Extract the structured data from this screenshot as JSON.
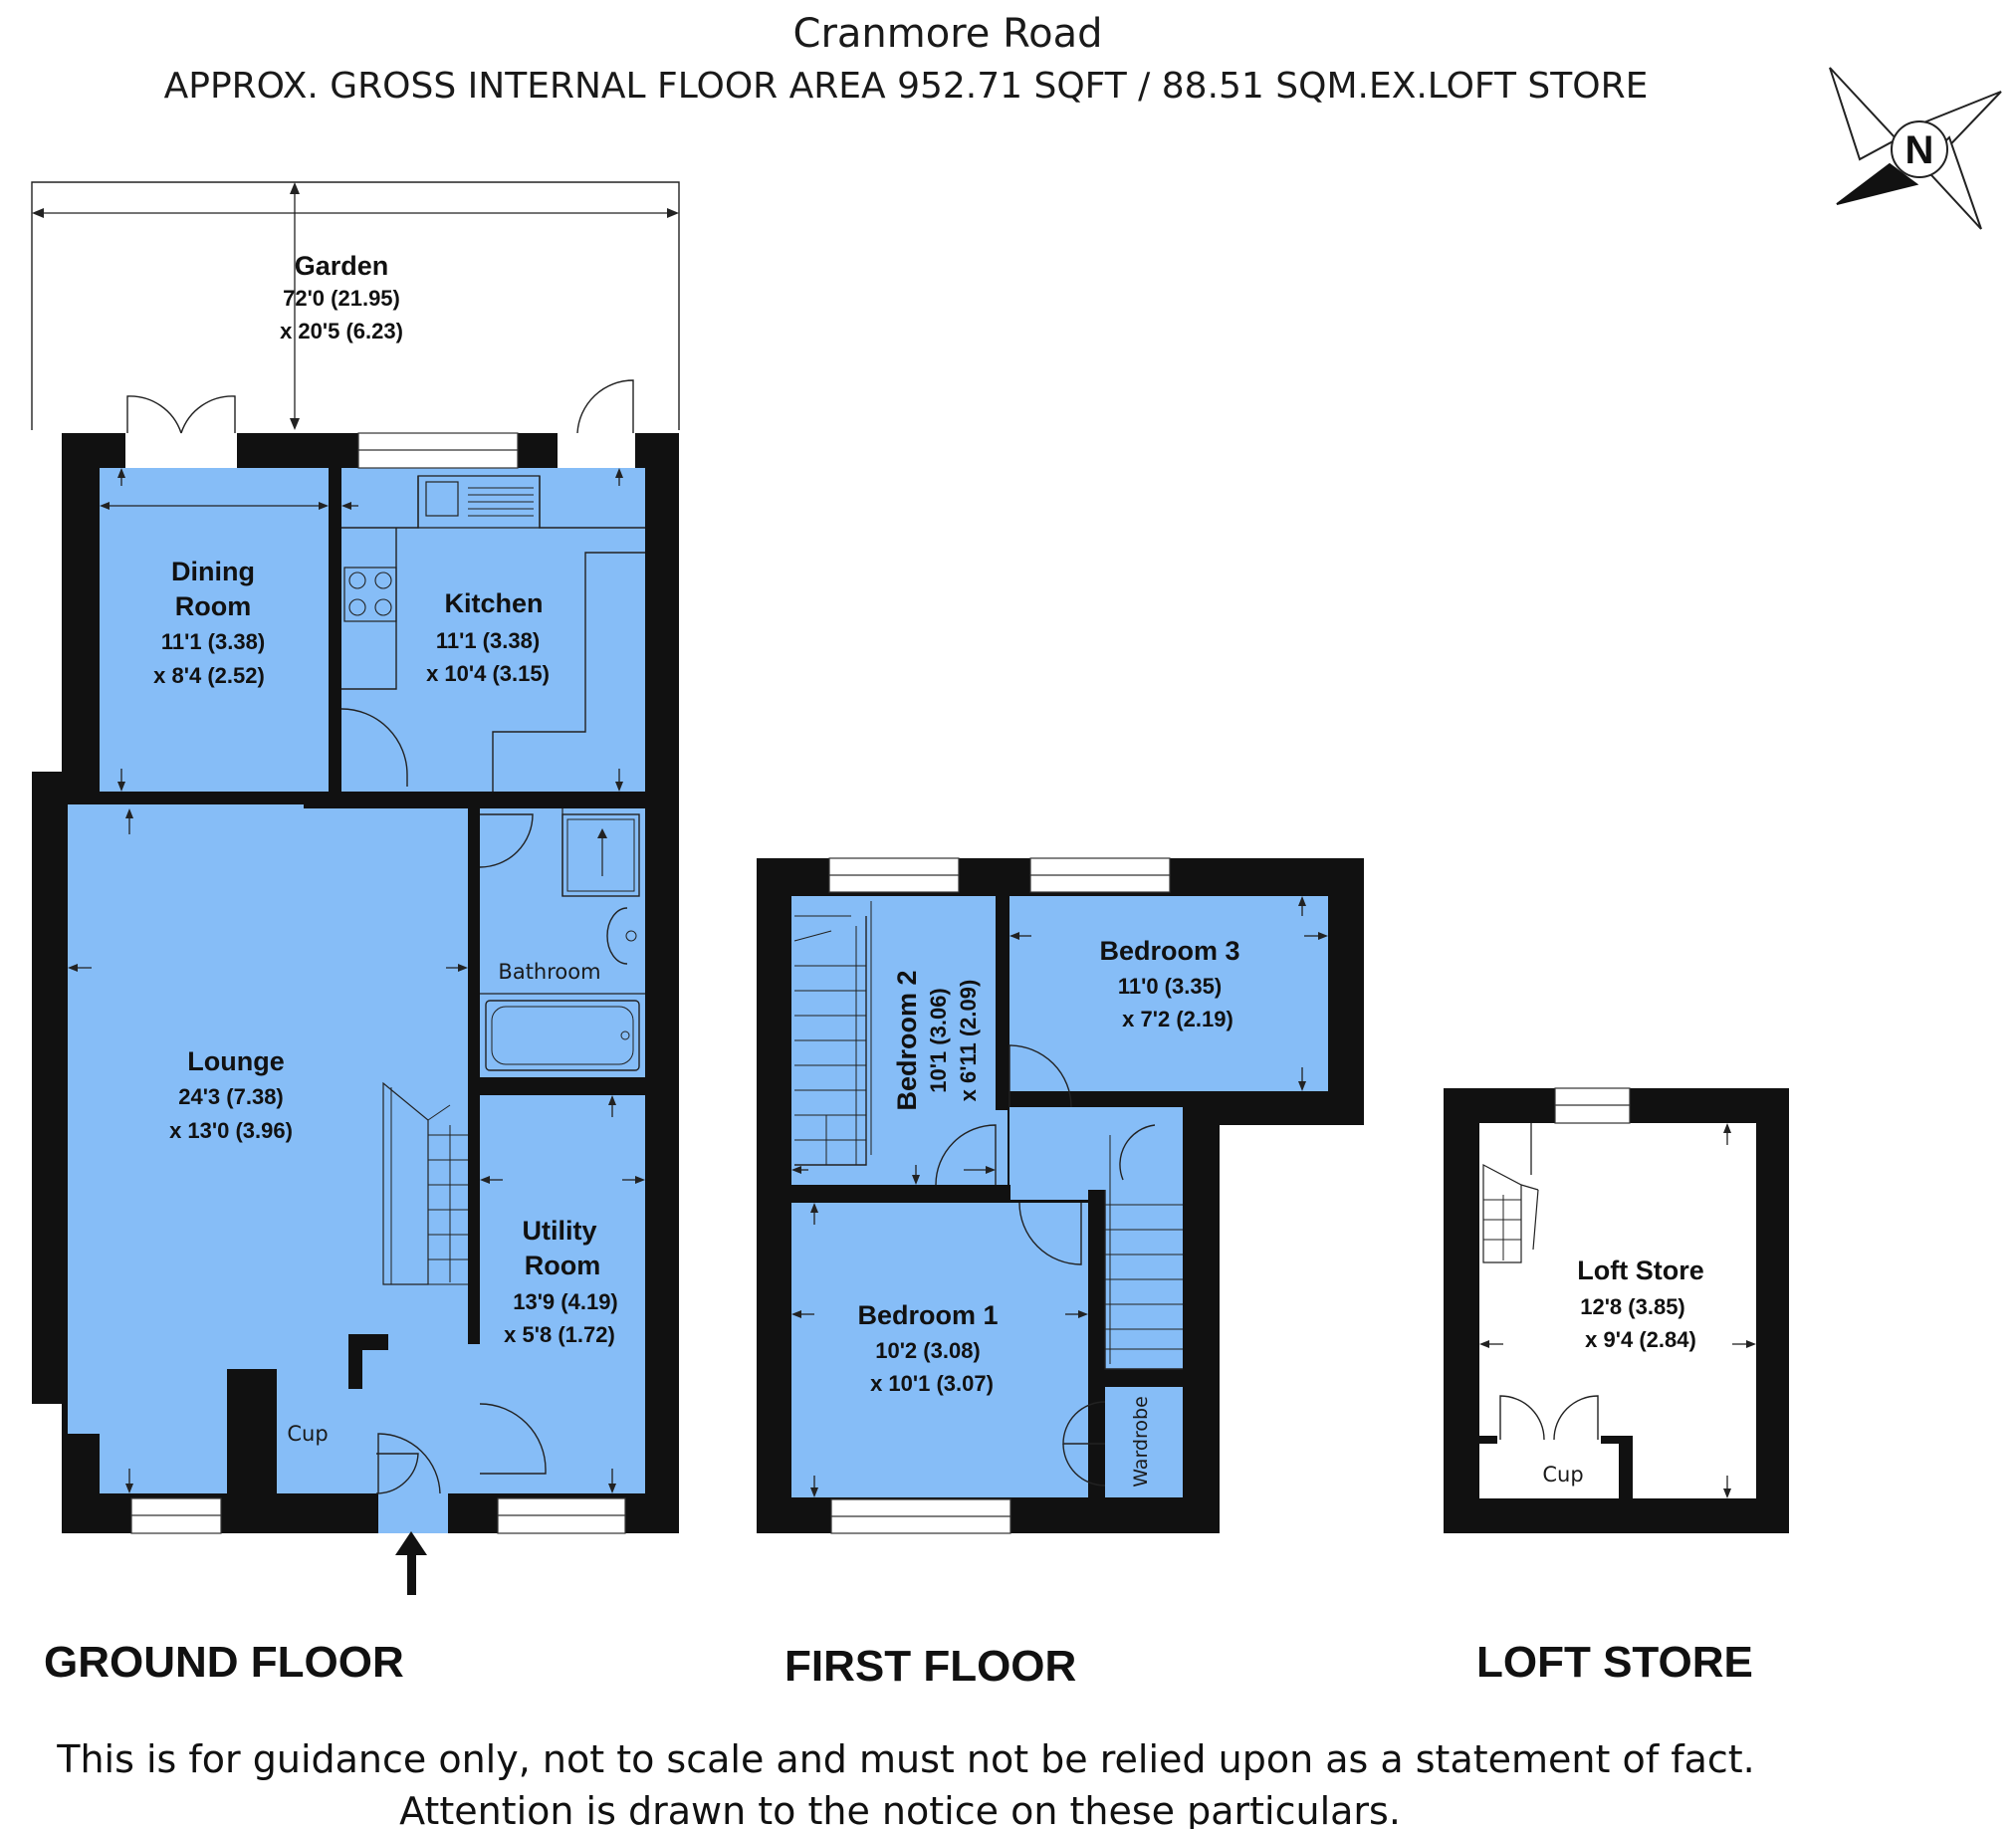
{
  "header": {
    "title": "Cranmore Road",
    "subtitle": "APPROX. GROSS INTERNAL FLOOR AREA 952.71 SQFT / 88.51 SQM.EX.LOFT STORE"
  },
  "compass": {
    "label": "N"
  },
  "colors": {
    "room_fill": "#86bdf7",
    "wall": "#111111",
    "background": "#ffffff"
  },
  "floors": {
    "ground": {
      "label": "GROUND FLOOR",
      "rooms": {
        "garden": {
          "name": "Garden",
          "dim1": "72'0 (21.95)",
          "dim2": "x 20'5 (6.23)"
        },
        "dining": {
          "name1": "Dining",
          "name2": "Room",
          "dim1": "11'1 (3.38)",
          "dim2": "x 8'4 (2.52)"
        },
        "kitchen": {
          "name": "Kitchen",
          "dim1": "11'1 (3.38)",
          "dim2": "x 10'4 (3.15)"
        },
        "lounge": {
          "name": "Lounge",
          "dim1": "24'3 (7.38)",
          "dim2": "x 13'0 (3.96)"
        },
        "bathroom": {
          "name": "Bathroom"
        },
        "utility": {
          "name1": "Utility",
          "name2": "Room",
          "dim1": "13'9 (4.19)",
          "dim2": "x 5'8 (1.72)"
        },
        "cup": {
          "name": "Cup"
        }
      }
    },
    "first": {
      "label": "FIRST FLOOR",
      "rooms": {
        "bedroom1": {
          "name": "Bedroom 1",
          "dim1": "10'2 (3.08)",
          "dim2": "x 10'1 (3.07)"
        },
        "bedroom2": {
          "name": "Bedroom 2",
          "dim1": "10'1 (3.06)",
          "dim2": "x 6'11 (2.09)"
        },
        "bedroom3": {
          "name": "Bedroom 3",
          "dim1": "11'0 (3.35)",
          "dim2": "x 7'2 (2.19)"
        },
        "wardrobe": {
          "name": "Wardrobe"
        }
      }
    },
    "loft": {
      "label": "LOFT STORE",
      "rooms": {
        "loft_store": {
          "name": "Loft Store",
          "dim1": "12'8 (3.85)",
          "dim2": "x 9'4 (2.84)"
        },
        "cup": {
          "name": "Cup"
        }
      }
    }
  },
  "disclaimer": {
    "line1": "This is for guidance only, not to scale and must not be relied upon as a statement of fact.",
    "line2": "Attention is drawn to the notice on these particulars."
  }
}
